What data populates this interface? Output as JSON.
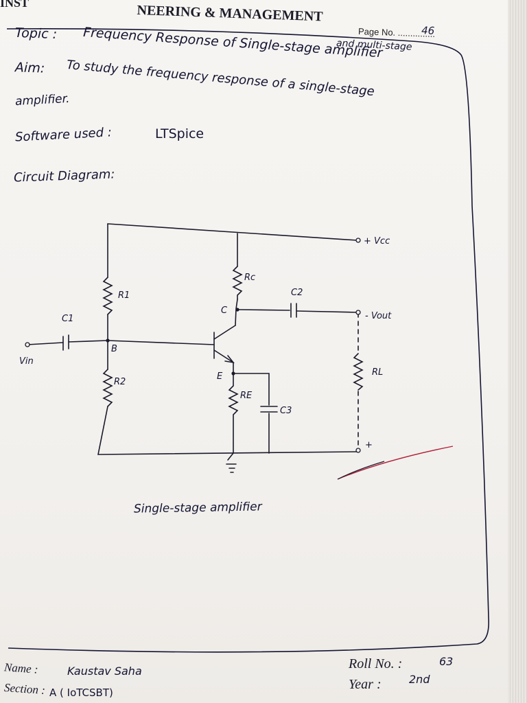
{
  "header": {
    "institution_fragment": "INST",
    "institution_title": "NEERING & MANAGEMENT",
    "page_no_label": "Page No.",
    "page_no_dots": "...............",
    "page_number": "46"
  },
  "content": {
    "topic_label": "Topic :",
    "topic_text": "Frequency Response of Single-stage amplifier",
    "topic_insert": "and multi-stage",
    "aim_label": "Aim:",
    "aim_text_line1": "To study the frequency response of a single-stage",
    "aim_text_line2": "amplifier.",
    "software_label": "Software used :",
    "software_value": "LTSpice",
    "circuit_label": "Circuit Diagram:",
    "diagram_caption": "Single-stage amplifier"
  },
  "circuit_labels": {
    "vcc": "+ Vcc",
    "r1": "R1",
    "rc": "Rc",
    "c2": "C2",
    "c_node": "C",
    "vout": "- Vout",
    "c1": "C1",
    "b_node": "B",
    "vin": "Vin",
    "r2": "R2",
    "e_node": "E",
    "re": "RE",
    "c3": "C3",
    "rl": "RL",
    "plus": "+"
  },
  "footer": {
    "name_label": "Name :",
    "name_value": "Kaustav Saha",
    "section_label": "Section :",
    "section_value": "A ( IoTCSBT)",
    "roll_label": "Roll No. :",
    "roll_value": "63",
    "year_label": "Year :",
    "year_value": "2nd"
  },
  "colors": {
    "ink": "#141432",
    "red_ink": "#b0203a",
    "paper": "#f5f3f0"
  }
}
